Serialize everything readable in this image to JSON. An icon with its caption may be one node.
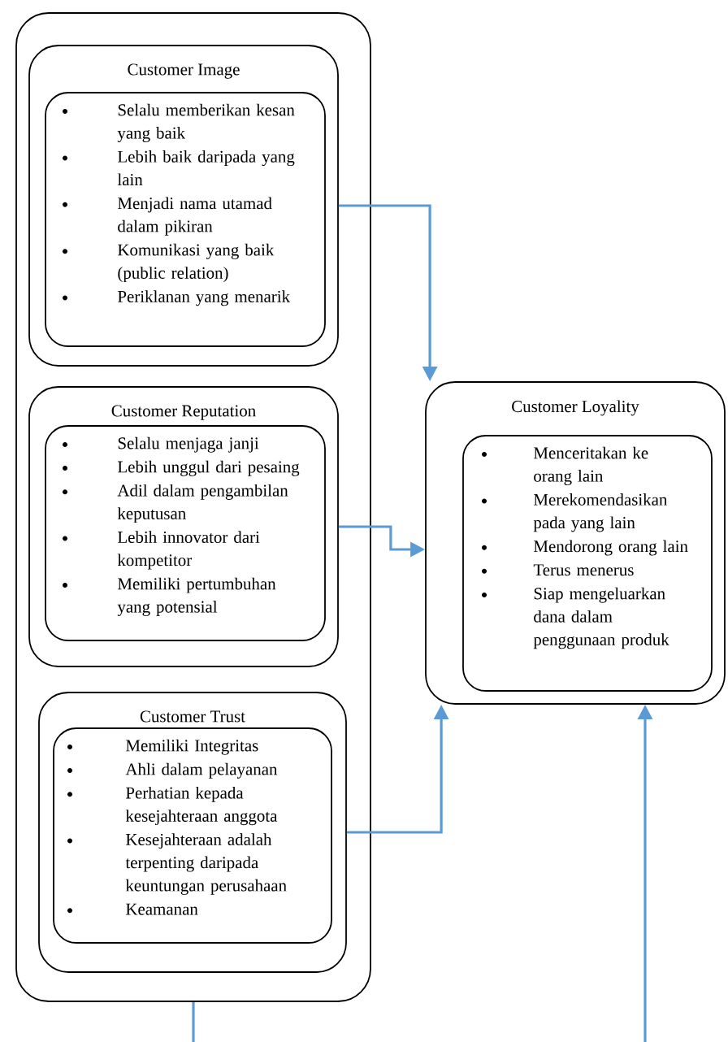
{
  "diagram": {
    "nodes": [
      {
        "text": [],
        "shape": "box"
      },
      {
        "text": [
          "Customer Image"
        ],
        "in": 0
      },
      {
        "text": [
          "Selalu memberikan kesan yang baik",
          "Lebih baik daripada yang lain",
          "Menjadi nama utamad dalam pikiran",
          "Komunikasi yang baik (public relation)",
          "Periklanan yang menarik"
        ],
        "in": 1
      },
      {
        "text": [
          "Customer Reputation"
        ],
        "in": 0
      },
      {
        "text": [
          "Selalu menjaga janji",
          "Lebih unggul dari pesaing",
          "Adil dalam pengambilan keputusan",
          "Lebih innovator dari kompetitor",
          "Memiliki pertumbuhan yang potensial"
        ],
        "in": 3
      },
      {
        "text": [
          "Customer Trust"
        ],
        "in": 0
      },
      {
        "text": [
          "Memiliki Integritas",
          "Ahli dalam pelayanan",
          "Perhatian kepada kesejahteraan anggota",
          "Kesejahteraan adalah terpenting daripada keuntungan perusahaan",
          "Keamanan"
        ],
        "in": 5
      },
      {
        "text": [
          "Customer Loyality"
        ]
      },
      {
        "text": [
          "Menceritakan ke orang lain",
          "Merekomendasikan pada yang lain",
          "Mendorong orang lain",
          "Terus menerus",
          "Siap mengeluarkan dana dalam penggunaan produk"
        ],
        "in": 7
      }
    ],
    "edges": [
      {
        "from": 1,
        "to": 7,
        "arrow": "to"
      },
      {
        "from": 3,
        "to": 7,
        "arrow": "to"
      },
      {
        "from": 5,
        "to": 7,
        "arrow": "to"
      },
      {
        "from": 0,
        "to": null,
        "arrow": "none"
      },
      {
        "from": null,
        "to": 7,
        "arrow": "to"
      }
    ]
  }
}
